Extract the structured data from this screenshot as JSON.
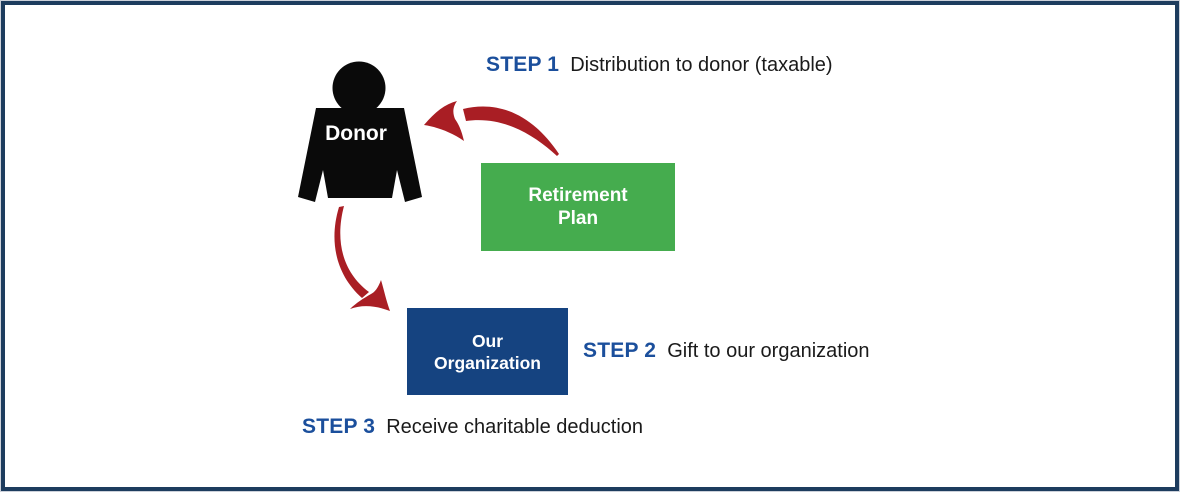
{
  "steps": {
    "step1": {
      "label": "STEP 1",
      "text": "Distribution to donor (taxable)"
    },
    "step2": {
      "label": "STEP 2",
      "text": "Gift to our organization"
    },
    "step3": {
      "label": "STEP 3",
      "text": "Receive charitable deduction"
    }
  },
  "nodes": {
    "donor": {
      "label": "Donor"
    },
    "retirement_plan": {
      "line1": "Retirement",
      "line2": "Plan"
    },
    "organization": {
      "line1": "Our",
      "line2": "Organization"
    }
  },
  "colors": {
    "frame_border": "#1d3c5e",
    "step_label_blue": "#1b4f9c",
    "retirement_plan_green": "#45ac4e",
    "organization_navy": "#154380",
    "arrow_red": "#a91e24",
    "figure_black": "#0a0a0a",
    "body_text": "#1a1a1a"
  }
}
